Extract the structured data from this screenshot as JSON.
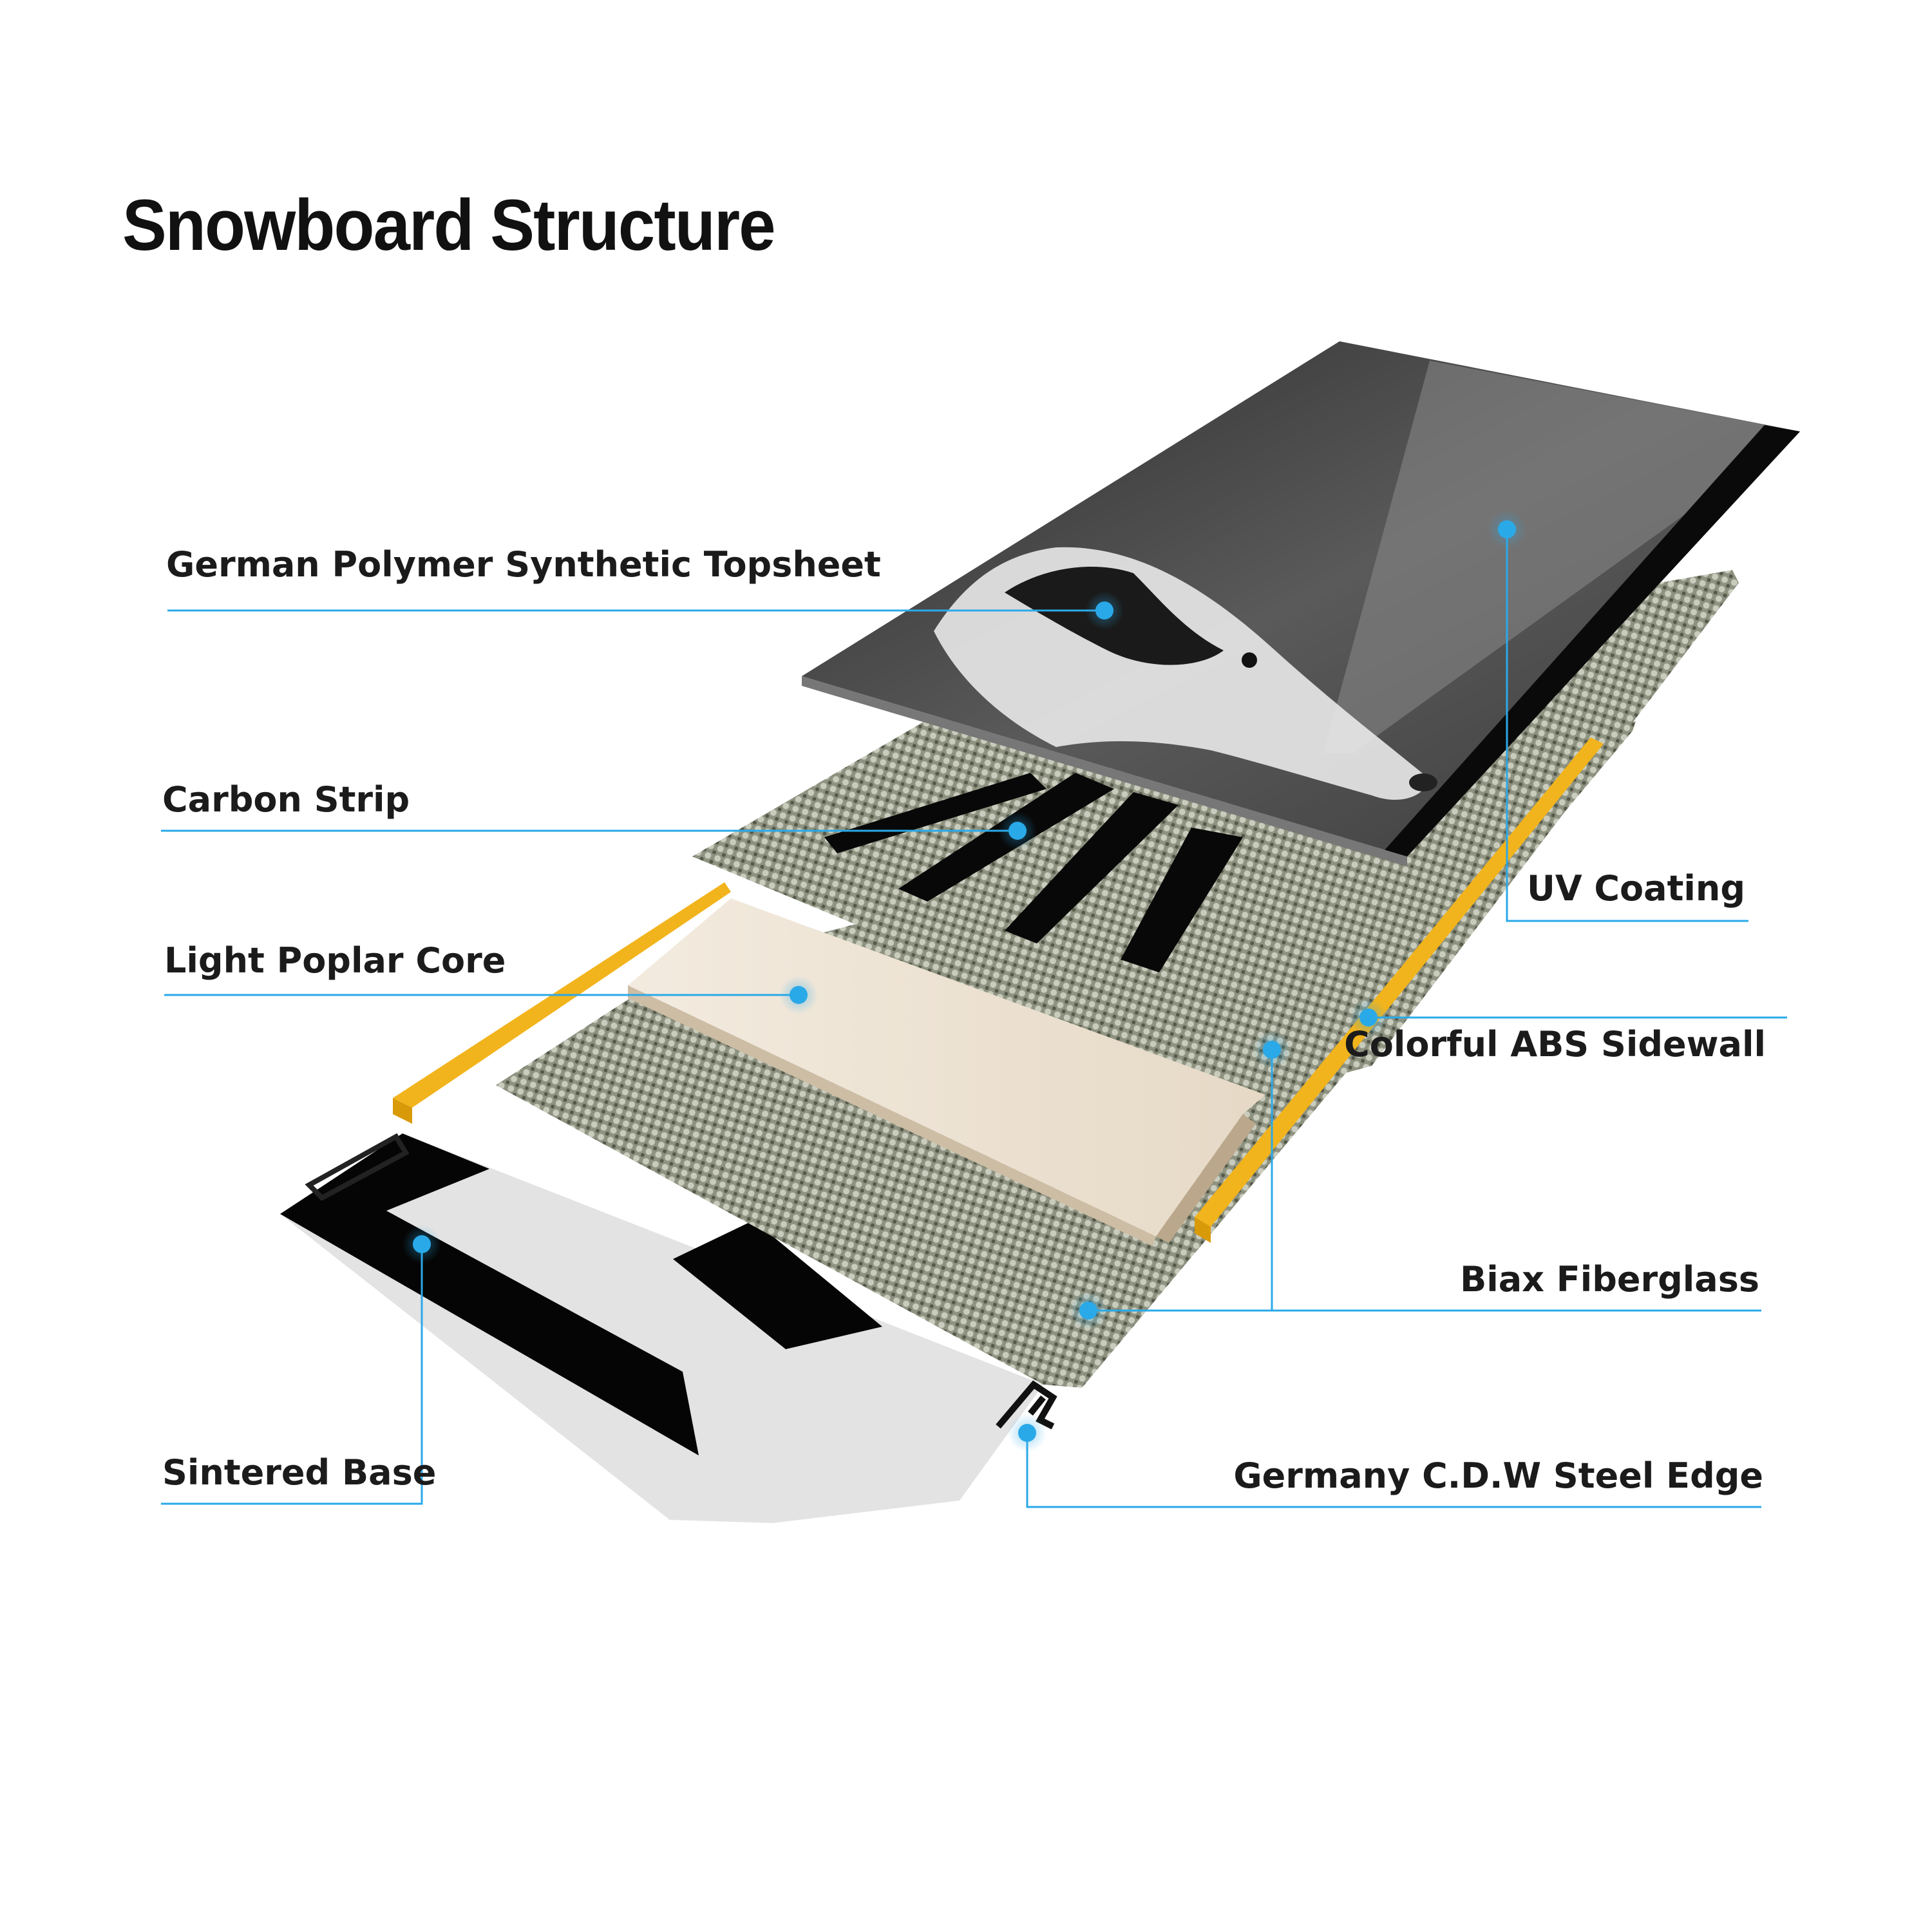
{
  "title": "Snowboard Structure",
  "accent_color": "#2aa9e8",
  "sidewall_color": "#f2b41c",
  "labels": {
    "topsheet": "German Polymer Synthetic Topsheet",
    "carbon": "Carbon Strip",
    "core": "Light Poplar Core",
    "base": "Sintered Base",
    "uv": "UV Coating",
    "sidewall": "Colorful ABS Sidewall",
    "fiberglass": "Biax Fiberglass",
    "edge": "Germany C.D.W Steel Edge"
  }
}
